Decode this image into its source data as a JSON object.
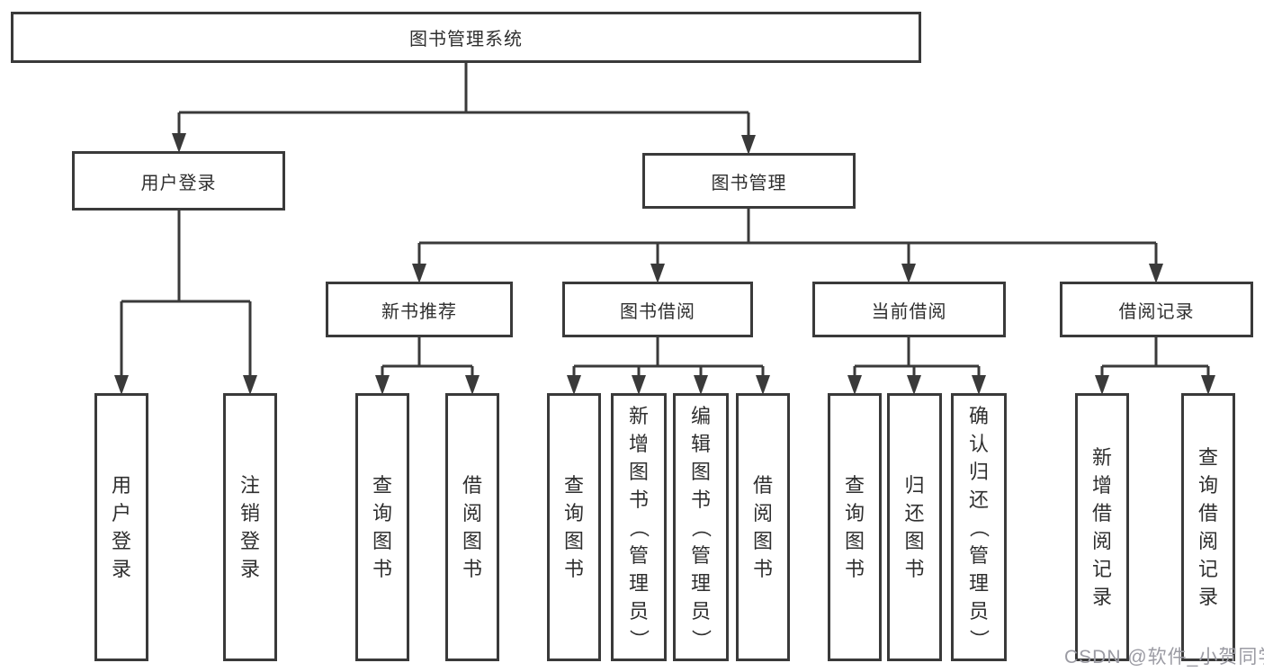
{
  "diagram": {
    "root": {
      "label": "图书管理系统"
    },
    "branches": [
      {
        "label": "用户登录",
        "children": [
          {
            "label": "用户登录"
          },
          {
            "label": "注销登录"
          }
        ]
      },
      {
        "label": "图书管理",
        "children": [
          {
            "label": "新书推荐",
            "children": [
              {
                "label": "查询图书"
              },
              {
                "label": "借阅图书"
              }
            ]
          },
          {
            "label": "图书借阅",
            "children": [
              {
                "label": "查询图书"
              },
              {
                "label": "新增图书（管理员）"
              },
              {
                "label": "编辑图书（管理员）"
              },
              {
                "label": "借阅图书"
              }
            ]
          },
          {
            "label": "当前借阅",
            "children": [
              {
                "label": "查询图书"
              },
              {
                "label": "归还图书"
              },
              {
                "label": "确认归还（管理员）"
              }
            ]
          },
          {
            "label": "借阅记录",
            "children": [
              {
                "label": "新增借阅记录"
              },
              {
                "label": "查询借阅记录"
              }
            ]
          }
        ]
      }
    ]
  },
  "watermark": {
    "text": "CSDN @软件_小贺同学"
  },
  "colors": {
    "line": "#3a3a3a",
    "text": "#2f2f2f",
    "watermark": "#9b9ba3",
    "background": "#ffffff"
  }
}
